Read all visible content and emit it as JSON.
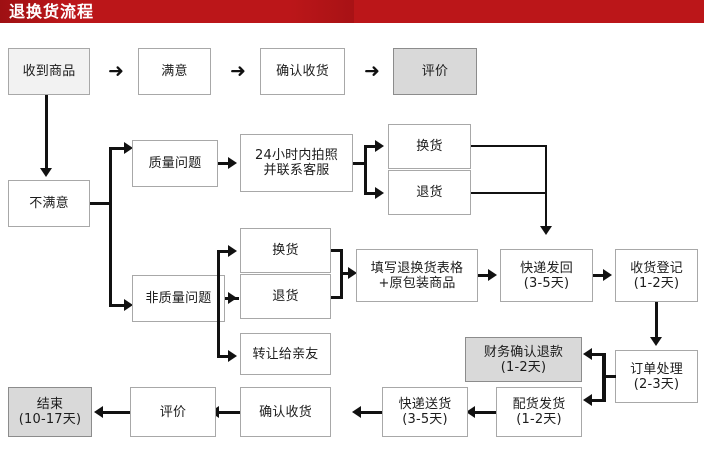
{
  "header": {
    "title": "退换货流程",
    "bar_color": "#bb1619",
    "text_color": "#ffffff"
  },
  "theme": {
    "box_border": "#a8a8a8",
    "box_fill": "#ffffff",
    "shaded_fill": "#d9d9d9",
    "faint_fill": "#f2f2f2",
    "line_color": "#111111",
    "text_color": "#1c1c1c"
  },
  "nodes": {
    "received_goods": {
      "label": "收到商品",
      "style": "faint"
    },
    "satisfied": {
      "label": "满意",
      "style": "plain"
    },
    "confirm_receipt_top": {
      "label": "确认收货",
      "style": "plain"
    },
    "review_top": {
      "label": "评价",
      "style": "shaded"
    },
    "not_satisfied": {
      "label": "不满意",
      "style": "plain"
    },
    "quality_issue": {
      "label": "质量问题",
      "style": "plain"
    },
    "photo_contact_service": {
      "label": "24小时内拍照\n并联系客服",
      "style": "plain"
    },
    "exchange_q": {
      "label": "换货",
      "style": "plain"
    },
    "return_q": {
      "label": "退货",
      "style": "plain"
    },
    "non_quality_issue": {
      "label": "非质量问题",
      "style": "plain"
    },
    "exchange_nq": {
      "label": "换货",
      "style": "plain"
    },
    "return_nq": {
      "label": "退货",
      "style": "plain"
    },
    "transfer_to_friends": {
      "label": "转让给亲友",
      "style": "plain"
    },
    "fill_form": {
      "label": "填写退换货表格\n+原包装商品",
      "style": "plain"
    },
    "courier_send_back": {
      "label": "快递发回\n(3-5天)",
      "style": "plain"
    },
    "receipt_registration": {
      "label": "收货登记\n(1-2天)",
      "style": "plain"
    },
    "order_processing": {
      "label": "订单处理\n(2-3天)",
      "style": "plain"
    },
    "finance_confirm_refund": {
      "label": "财务确认退款\n(1-2天)",
      "style": "shaded"
    },
    "picking_shipping": {
      "label": "配货发货\n(1-2天)",
      "style": "plain"
    },
    "courier_delivery": {
      "label": "快递送货\n(3-5天)",
      "style": "plain"
    },
    "confirm_receipt_bottom": {
      "label": "确认收货",
      "style": "plain"
    },
    "review_bottom": {
      "label": "评价",
      "style": "plain"
    },
    "finish": {
      "label": "结束\n(10-17天)",
      "style": "shaded"
    }
  },
  "arrow_glyph": "➜"
}
